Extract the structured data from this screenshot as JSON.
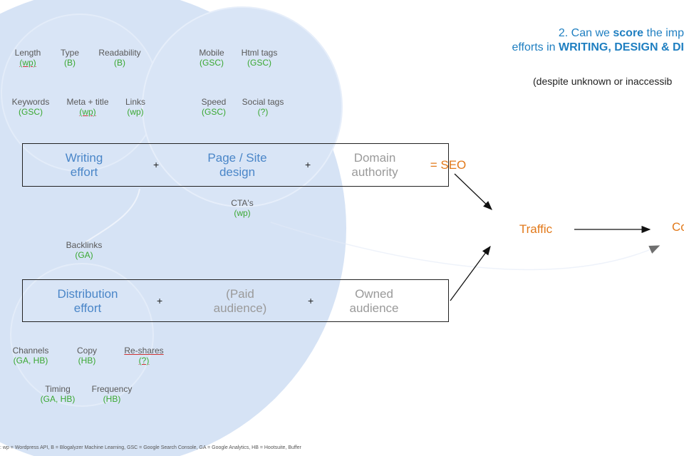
{
  "title": {
    "line1_prefix": "2. Can we ",
    "line1_bold": "score",
    "line1_suffix": " the imp",
    "line2_prefix": "efforts in ",
    "line2_bold": "WRITING, DESIGN & DI"
  },
  "subtitle": "(despite unknown or inaccessib",
  "writing_metrics": [
    {
      "label": "Length",
      "source": "(wp)"
    },
    {
      "label": "Type",
      "source": "(B)"
    },
    {
      "label": "Readability",
      "source": "(B)"
    },
    {
      "label": "Keywords",
      "source": "(GSC)"
    },
    {
      "label": "Meta + title",
      "source": "(wp)"
    },
    {
      "label": "Links",
      "source": "(wp)"
    }
  ],
  "design_metrics": [
    {
      "label": "Mobile",
      "source": "(GSC)"
    },
    {
      "label": "Html tags",
      "source": "(GSC)"
    },
    {
      "label": "Speed",
      "source": "(GSC)"
    },
    {
      "label": "Social tags",
      "source": "(?)"
    }
  ],
  "cta": {
    "label": "CTA's",
    "source": "(wp)"
  },
  "backlinks": {
    "label": "Backlinks",
    "source": "(GA)"
  },
  "distribution_metrics": [
    {
      "label": "Channels",
      "source": "(GA, HB)"
    },
    {
      "label": "Copy",
      "source": "(HB)"
    },
    {
      "label": "Re-shares",
      "source": "(?)"
    },
    {
      "label": "Timing",
      "source": "(GA, HB)"
    },
    {
      "label": "Frequency",
      "source": "(HB)"
    }
  ],
  "seo_row": {
    "writing": "Writing effort",
    "writing_l1": "Writing",
    "writing_l2": "effort",
    "design_l1": "Page / Site",
    "design_l2": "design",
    "domain_l1": "Domain",
    "domain_l2": "authority",
    "plus": "+",
    "result": "= SEO"
  },
  "distribution_row": {
    "dist_l1": "Distribution",
    "dist_l2": "effort",
    "paid_l1": "(Paid",
    "paid_l2": "audience)",
    "owned_l1": "Owned",
    "owned_l2": "audience",
    "plus": "+"
  },
  "traffic": "Traffic",
  "conversion_partial": "Co",
  "legend": ": wp = Wordpress API, B = Blogalyzer Machine Learning, GSC = Google Search Console, GA = Google Analytics, HB = Hootsuite, Buffer",
  "colors": {
    "blue_term": "#4a86c8",
    "grey_term": "#9a9a9a",
    "source_green": "#3aa832",
    "orange": "#e2791a",
    "title_blue": "#1f7fc1",
    "circle_fill": "#d6e3f5"
  }
}
